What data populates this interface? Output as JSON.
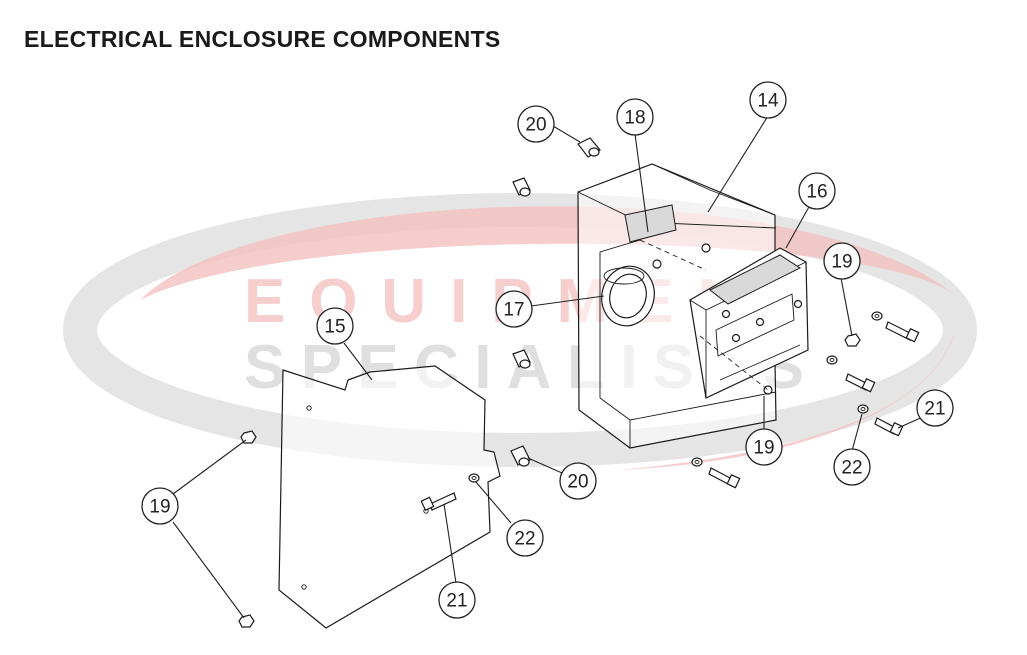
{
  "title": "ELECTRICAL ENCLOSURE COMPONENTS",
  "watermark": {
    "line1": "EQUIPMENT",
    "line2": "SPECIALISTS",
    "colors": {
      "swoosh_red": "#f3b7b7",
      "swoosh_gray": "#d6d6d6",
      "text_red": "#f6c4c4",
      "text_gray": "#d9d9d9"
    }
  },
  "callouts": [
    {
      "id": "c20a",
      "label": "20"
    },
    {
      "id": "c18",
      "label": "18"
    },
    {
      "id": "c14",
      "label": "14"
    },
    {
      "id": "c16",
      "label": "16"
    },
    {
      "id": "c19a",
      "label": "19"
    },
    {
      "id": "c17",
      "label": "17"
    },
    {
      "id": "c15",
      "label": "15"
    },
    {
      "id": "c21a",
      "label": "21"
    },
    {
      "id": "c19b",
      "label": "19"
    },
    {
      "id": "c22a",
      "label": "22"
    },
    {
      "id": "c20b",
      "label": "20"
    },
    {
      "id": "c19c",
      "label": "19"
    },
    {
      "id": "c22b",
      "label": "22"
    },
    {
      "id": "c21b",
      "label": "21"
    }
  ]
}
